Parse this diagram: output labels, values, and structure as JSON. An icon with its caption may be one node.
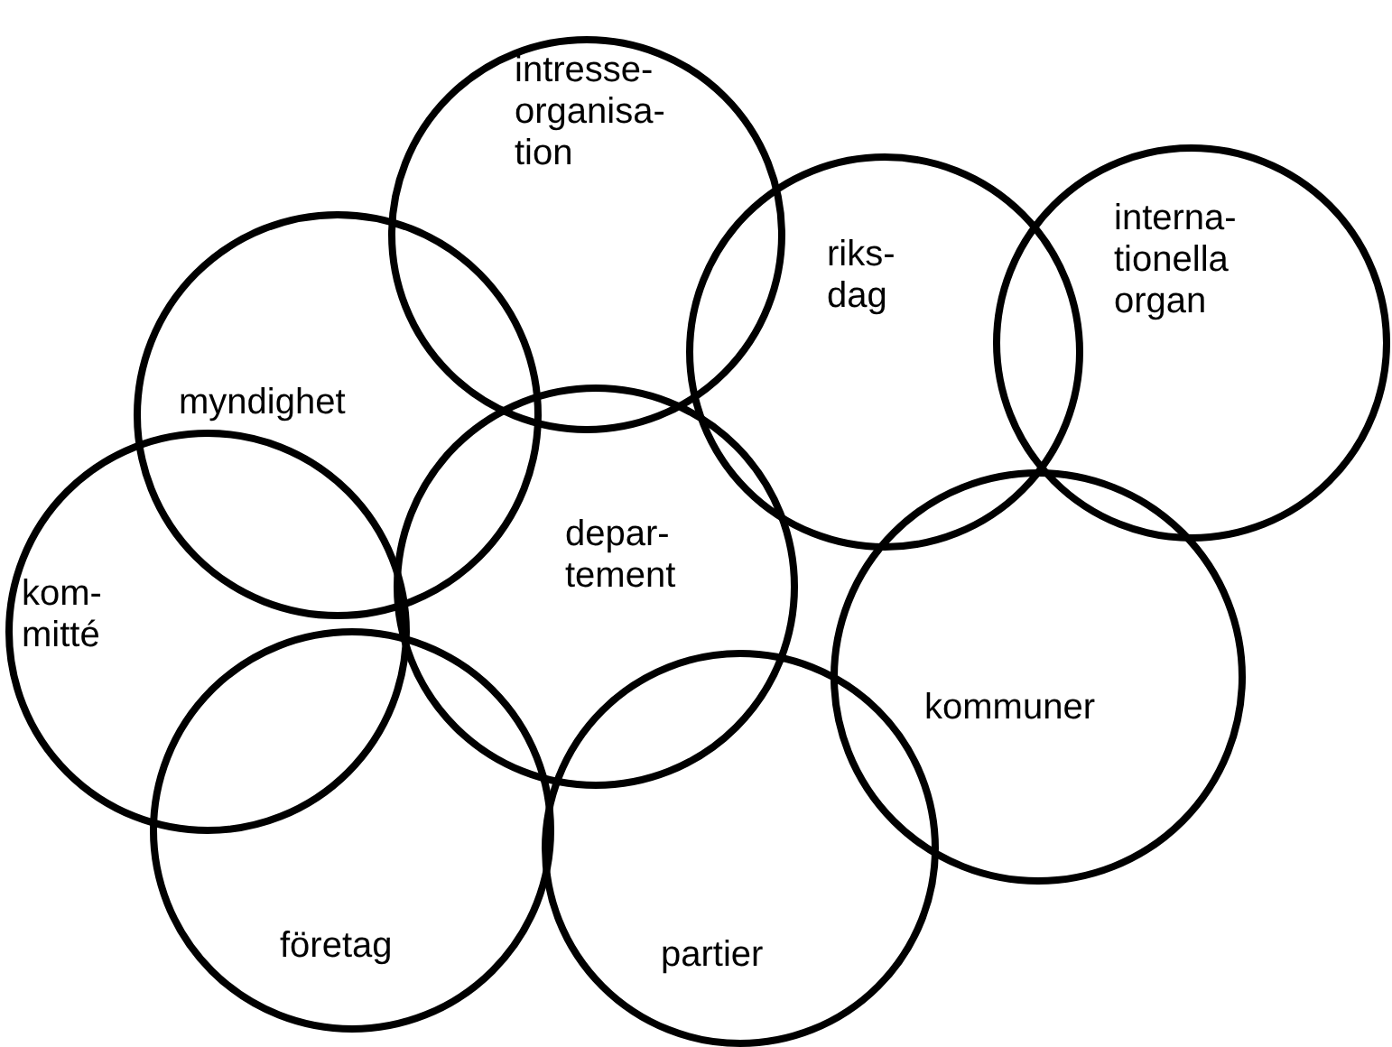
{
  "diagram": {
    "nodes": [
      {
        "text": [
          "intresse- organisa- tion"
        ]
      },
      {
        "text": [
          "myndighet"
        ]
      },
      {
        "text": [
          "riks- dag"
        ]
      },
      {
        "text": [
          "interna- tionella organ"
        ]
      },
      {
        "text": [
          "kom- mitté"
        ]
      },
      {
        "text": [
          "depar- tement"
        ]
      },
      {
        "text": [
          "kommuner"
        ]
      },
      {
        "text": [
          "företag"
        ]
      },
      {
        "text": [
          "partier"
        ]
      }
    ]
  }
}
